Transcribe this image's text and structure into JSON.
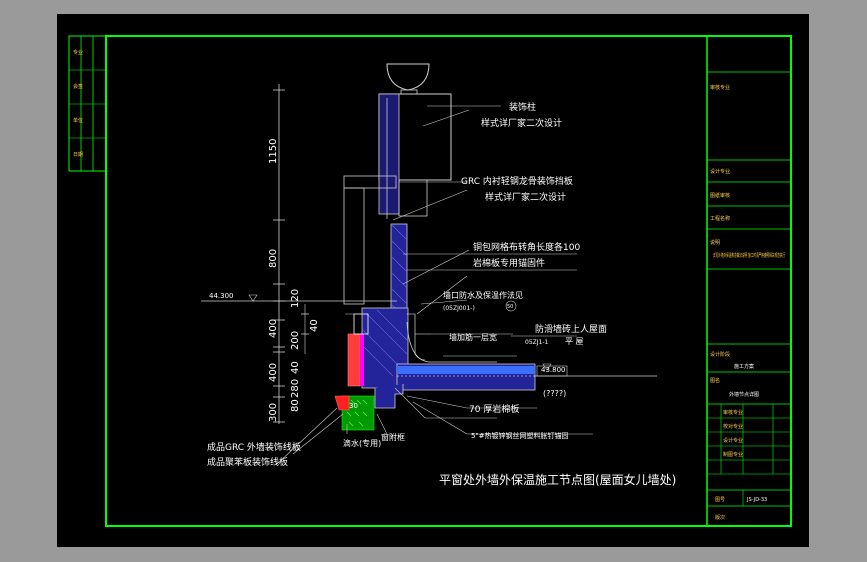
{
  "drawing": {
    "title": "平窗处外墙外保温施工节点图(屋面女儿墙处)",
    "dimensions": [
      "1150",
      "800",
      "120",
      "400",
      "200",
      "40",
      "280",
      "400",
      "80",
      "300",
      "40"
    ],
    "elevations": [
      "44.300",
      "43.800"
    ],
    "callouts": {
      "decor_column": "装饰柱",
      "decor_column_note": "样式详厂家二次设计",
      "grc_board": "GRC 内衬轻钢龙骨装饰挡板",
      "grc_note": "样式详厂家二次设计",
      "flashing": "铜包网格布转角长度各100",
      "stone_anchor": "岩棉板专用锚固件",
      "drip": "墙口防水及保温作法见",
      "drip_ref": "(05ZJ001-)",
      "drip_circle": "50",
      "parapet": "防滑墙砖上人屋面",
      "parapet_ref": "05ZJ1-1",
      "roof": "平 屋",
      "roof_ref": "(????)",
      "wall_edge": "墙加筋",
      "wall_edge2": "一层宽",
      "rockwool": "70 厚岩棉板",
      "wire_mesh": "5\"#热镀锌钢丝网塑料胀钉锚固",
      "rear_frame": "窗附框",
      "rain": "滴水(专用)",
      "bottom1": "成品GRC 外墙装饰线板",
      "bottom2": "成品聚苯板装饰线板",
      "small": "30"
    }
  },
  "title_block": {
    "top_strip": [
      "专业",
      "会签",
      "单位",
      "日期"
    ],
    "rows": [
      "审核专业",
      "设计专业",
      "图纸审核",
      "工程名称",
      "说明",
      "设计阶段",
      "施工方案",
      "图名",
      "审核专业",
      "校对专业",
      "设计专业",
      "制图专业",
      "图号",
      "版次"
    ],
    "note": "详见外墙外保温构造做法说明 施工时须严格遵照相关规范执行",
    "stage_value": "施工方案",
    "drawing_name": "外墙节点详图",
    "drawing_no": "JS-JD-33"
  },
  "colors": {
    "frame": "#00ff00",
    "wall": "#2a2aa0",
    "insulation": "#00b000",
    "red": "#ff2020",
    "magenta": "#ff00ff"
  }
}
